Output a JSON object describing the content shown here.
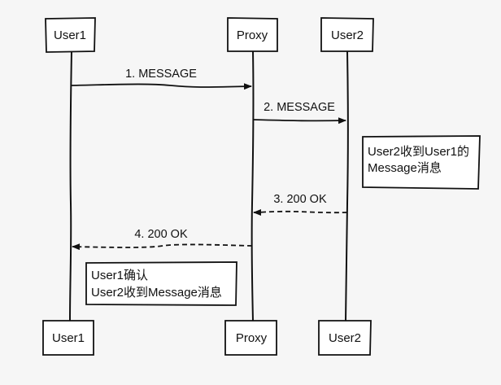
{
  "diagram": {
    "type": "sequence",
    "participants": [
      {
        "id": "user1",
        "label": "User1"
      },
      {
        "id": "proxy",
        "label": "Proxy"
      },
      {
        "id": "user2",
        "label": "User2"
      }
    ],
    "messages": [
      {
        "label": "1. MESSAGE",
        "from": "user1",
        "to": "proxy",
        "style": "solid"
      },
      {
        "label": "2. MESSAGE",
        "from": "proxy",
        "to": "user2",
        "style": "solid"
      },
      {
        "label": "3. 200 OK",
        "from": "user2",
        "to": "proxy",
        "style": "dashed"
      },
      {
        "label": "4. 200 OK",
        "from": "proxy",
        "to": "user1",
        "style": "dashed"
      }
    ],
    "notes": [
      {
        "attached_to": "user2",
        "lines": [
          "User2收到User1的",
          "Message消息"
        ]
      },
      {
        "attached_to": "user1",
        "lines": [
          "User1确认",
          "User2收到Message消息"
        ]
      }
    ],
    "colors": {
      "background": "#f6f6f6",
      "stroke": "#111111",
      "box_fill": "#ffffff"
    }
  }
}
